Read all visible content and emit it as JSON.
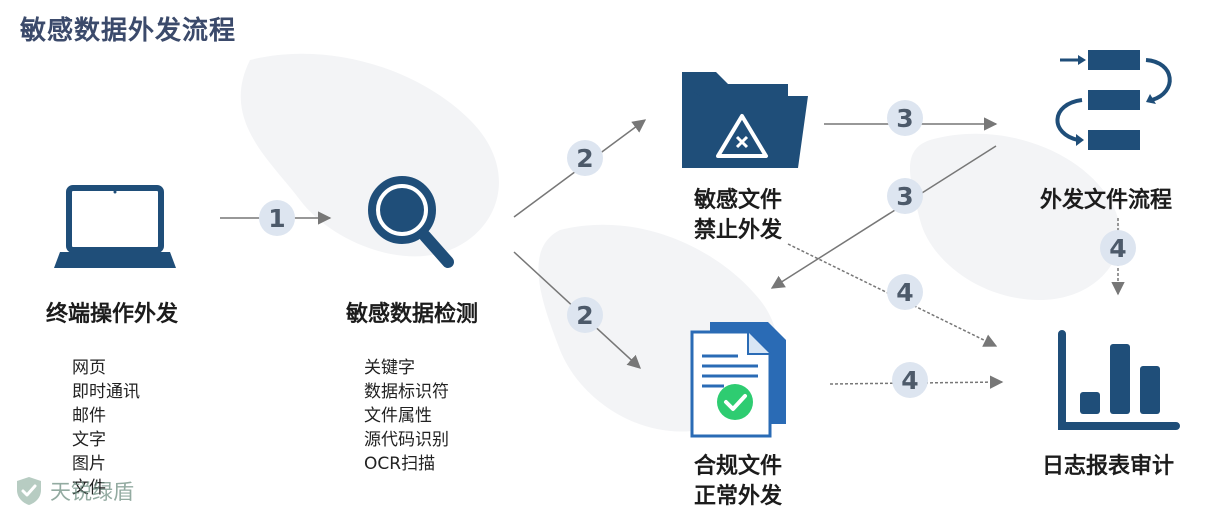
{
  "title": "敏感数据外发流程",
  "nodes": {
    "terminal": {
      "label": "终端操作外发",
      "items": [
        "网页",
        "即时通讯",
        "邮件",
        "文字",
        "图片",
        "文件"
      ]
    },
    "detect": {
      "label": "敏感数据检测",
      "items": [
        "关键字",
        "数据标识符",
        "文件属性",
        "源代码识别",
        "OCR扫描"
      ]
    },
    "blocked": {
      "label_line1": "敏感文件",
      "label_line2": "禁止外发"
    },
    "compliant": {
      "label_line1": "合规文件",
      "label_line2": "正常外发"
    },
    "flow": {
      "label": "外发文件流程"
    },
    "audit": {
      "label": "日志报表审计"
    }
  },
  "steps": {
    "s1": "1",
    "s2a": "2",
    "s2b": "2",
    "s3a": "3",
    "s3b": "3",
    "s4a": "4",
    "s4b": "4",
    "s4c": "4"
  },
  "watermark": {
    "text": "天锐绿盾"
  },
  "colors": {
    "icon": "#1f4e79",
    "badge_bg": "#dde5f0",
    "badge_text": "#4d5a6a",
    "arrow": "#7a7a7a",
    "check": "#2ecc71"
  }
}
